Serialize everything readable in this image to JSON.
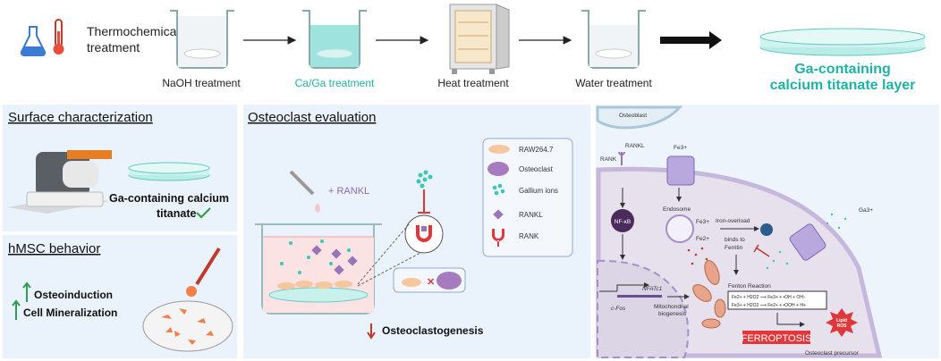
{
  "colors": {
    "teal": "#1fb3a6",
    "panel_bg": "#eaf2fb",
    "purple": "#8e6bb0",
    "red": "#e0383a"
  },
  "top": {
    "title_line1": "Thermochemical",
    "title_line2": "treatment",
    "steps": [
      "NaOH treatment",
      "Ca/Ga treatment",
      "Heat treatment",
      "Water treatment"
    ],
    "result_line1": "Ga-containing",
    "result_line2": "calcium titanate layer"
  },
  "surface": {
    "heading": "Surface characterization",
    "label_line1": "Ga-containing calcium",
    "label_line2": "titanate"
  },
  "hmsc": {
    "heading": "hMSC behavior",
    "item1": "Osteoinduction",
    "item2": "Cell Mineralization"
  },
  "osteoclast": {
    "heading": "Osteoclast evaluation",
    "rankl_label": "+ RANKL",
    "result": "Osteoclastogenesis",
    "legend": [
      "RAW264.7",
      "Osteoclast",
      "Gallium ions",
      "RANKL",
      "RANK"
    ]
  },
  "mechanism": {
    "osteoblast": "Osteoblast",
    "rankl": "RANKL",
    "rank": "RANK",
    "fe3_top": "Fe3+",
    "ga3": "Ga3+",
    "nfkb": "NF-κB",
    "endosome": "Endosome",
    "fe3": "Fe3+",
    "fe2": "Fe2+",
    "iron_overload": "Iron-overload",
    "binds_line1": "binds to",
    "binds_line2": "Ferritin",
    "nfatc1": "NFATc1",
    "cfos": "c-Fos",
    "mito_line1": "Mitochondrial",
    "mito_line2": "biogenesis",
    "fenton": "Fenton Reaction",
    "eq1": "Fe2+ + H2O2 ⟶ Fe3+ + •OH + OH−",
    "eq2": "Fe3+ + H2O2 ⟶ Fe2+ + •OOH + H+",
    "ferroptosis": "FERROPTOSIS",
    "lipid_line1": "Lipid",
    "lipid_line2": "ROS",
    "precursor": "Osteoclast precursor"
  }
}
